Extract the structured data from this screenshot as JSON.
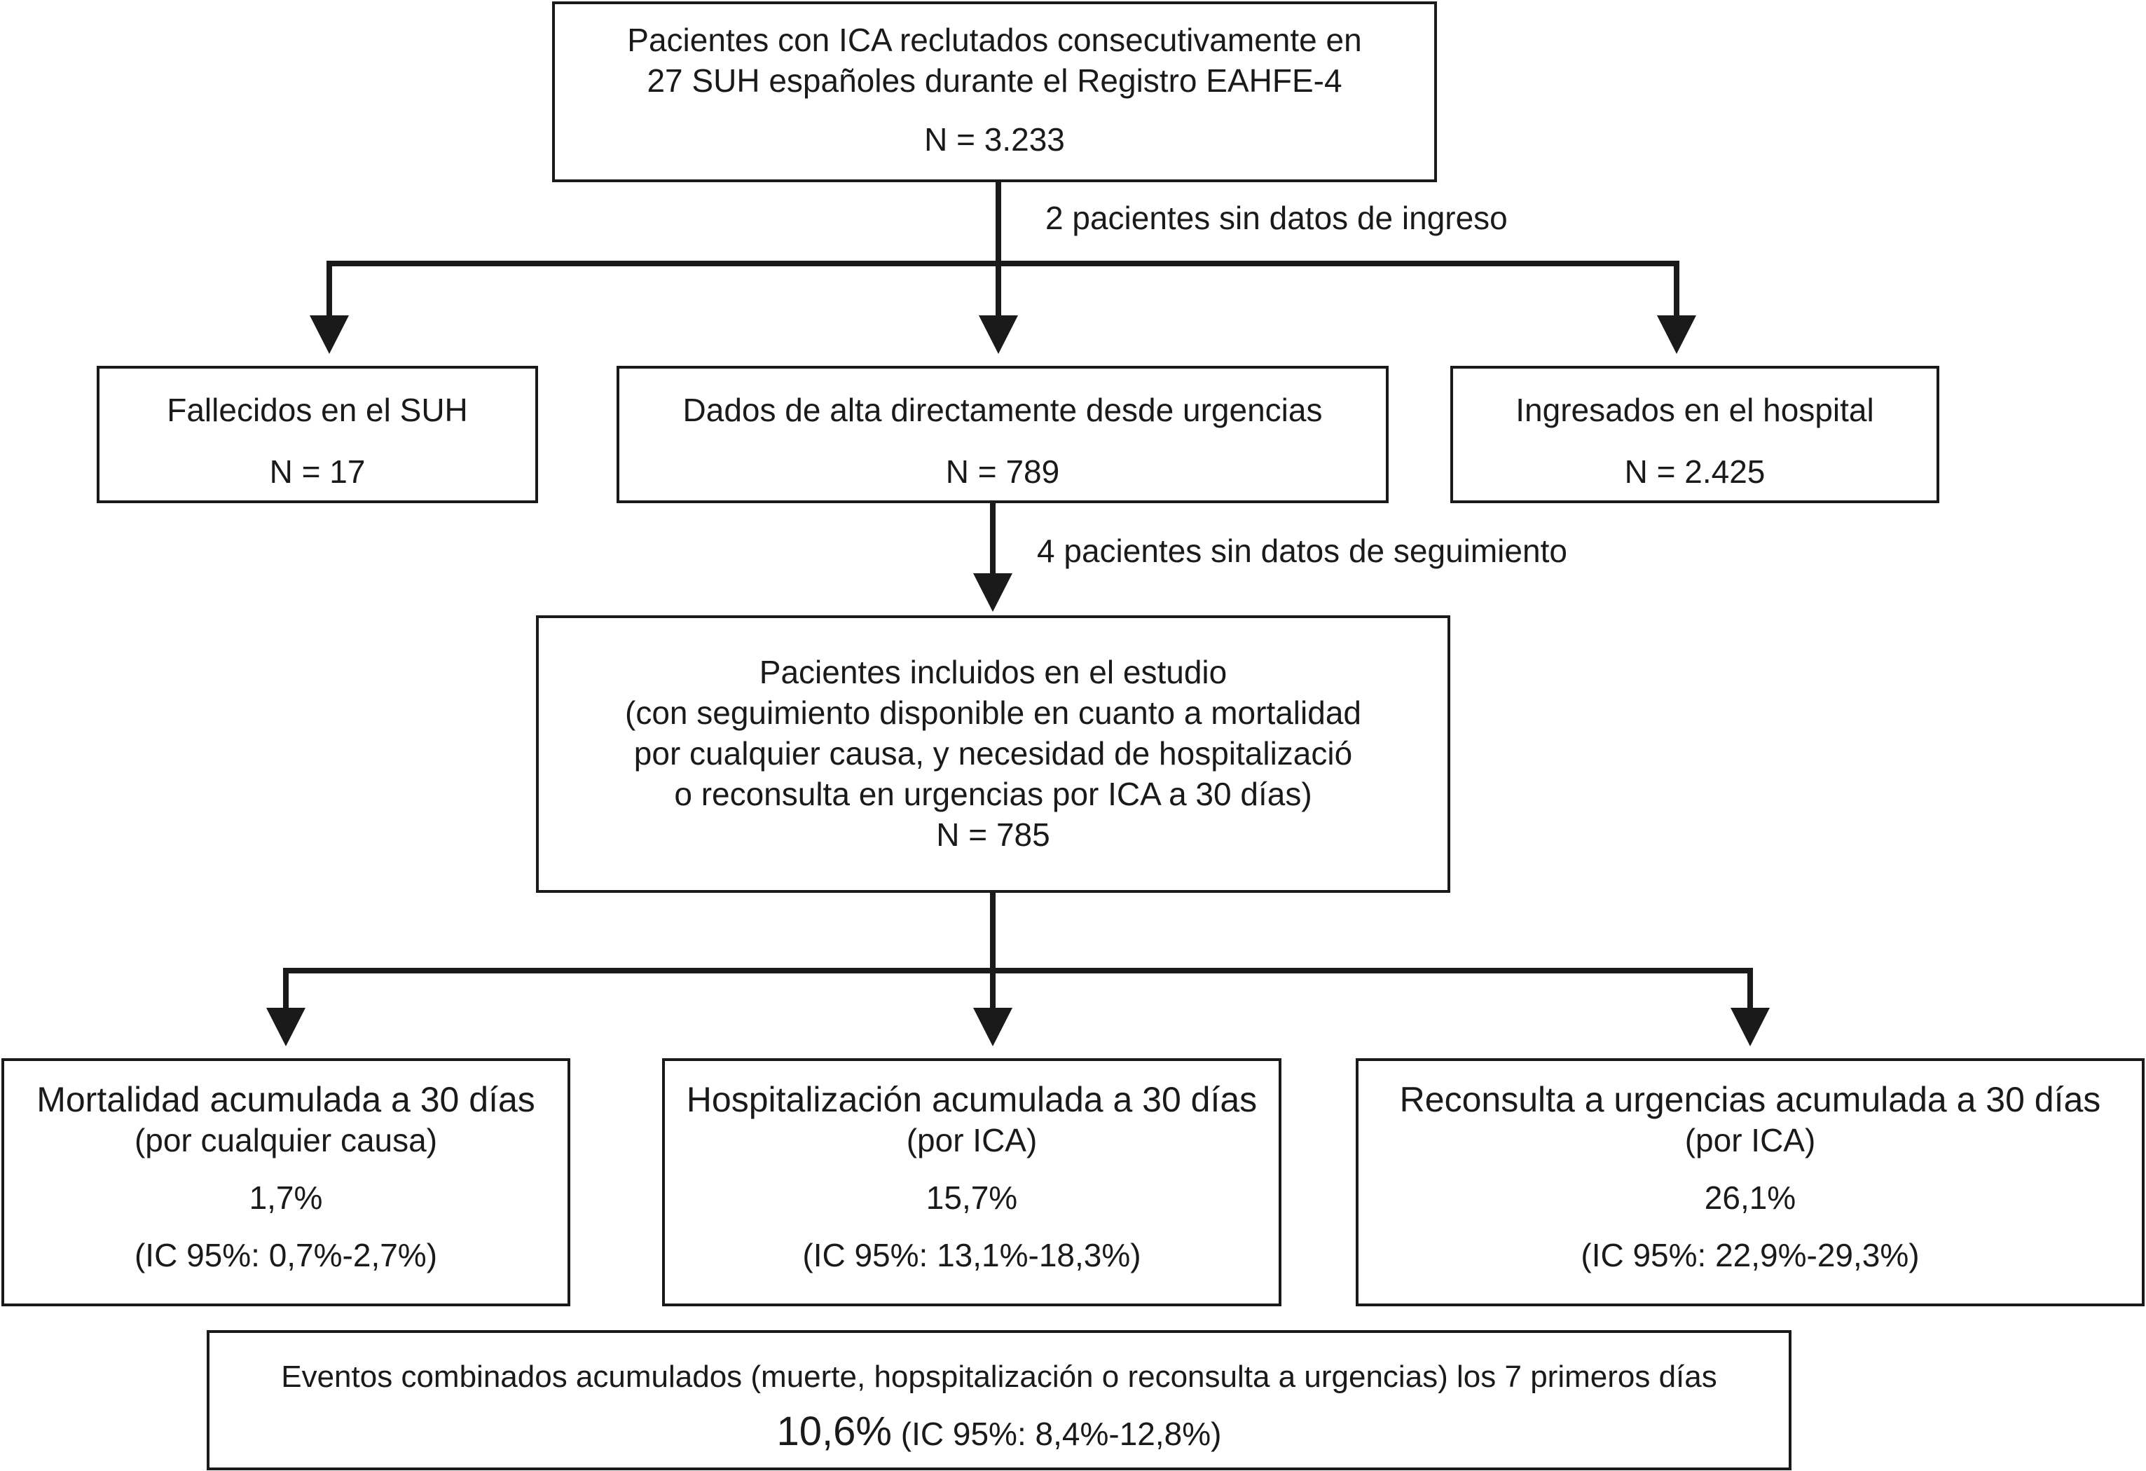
{
  "boxes": {
    "top": {
      "line1": "Pacientes con ICA reclutados consecutivamente en",
      "line2": "27 SUH españoles durante el Registro EAHFE-4",
      "n": "N = 3.233"
    },
    "deceased": {
      "title": "Fallecidos en el SUH",
      "n": "N = 17"
    },
    "discharged": {
      "title": "Dados de alta directamente desde urgencias",
      "n": "N = 789"
    },
    "admitted": {
      "title": "Ingresados en el hospital",
      "n": "N = 2.425"
    },
    "included": {
      "line1": "Pacientes incluidos en el estudio",
      "line2": "(con seguimiento disponible en cuanto a mortalidad",
      "line3": "por cualquier causa, y necesidad de hospitalizació",
      "line4": "o reconsulta en urgencias por ICA a 30 días)",
      "n": "N = 785"
    },
    "mortality": {
      "title": "Mortalidad acumulada a 30 días",
      "subtitle": "(por cualquier causa)",
      "value": "1,7%",
      "ci": "(IC 95%: 0,7%-2,7%)"
    },
    "hospitalization": {
      "title": "Hospitalización acumulada a 30 días",
      "subtitle": "(por ICA)",
      "value": "15,7%",
      "ci": "(IC 95%: 13,1%-18,3%)"
    },
    "reconsultation": {
      "title": "Reconsulta a urgencias acumulada a 30 días",
      "subtitle": "(por ICA)",
      "value": "26,1%",
      "ci": "(IC 95%: 22,9%-29,3%)"
    },
    "combined": {
      "title": "Eventos combinados acumulados (muerte, hopspitalización o  reconsulta a urgencias) los 7 primeros días",
      "value": "10,6%",
      "ci": " (IC 95%: 8,4%-12,8%)"
    }
  },
  "notes": {
    "missing_admission": "2 pacientes sin datos de ingreso",
    "missing_followup": "4 pacientes sin datos de seguimiento"
  }
}
